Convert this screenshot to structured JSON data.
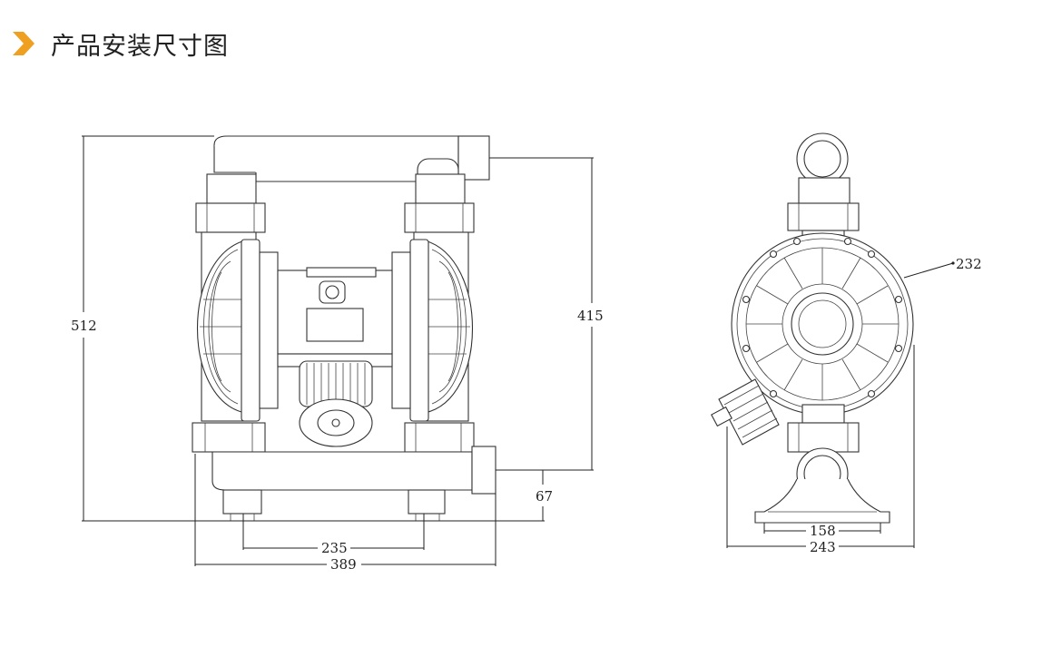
{
  "header": {
    "title": "产品安装尺寸图",
    "accent_color": "#f0a020",
    "icon": "chevron-right-icon"
  },
  "dimensions": {
    "front_height": "512",
    "front_outlet_height": "415",
    "front_inlet_height": "67",
    "front_inner_width": "235",
    "front_overall_width": "389",
    "side_diameter": "232",
    "side_base_inner": "158",
    "side_overall_width": "243"
  }
}
